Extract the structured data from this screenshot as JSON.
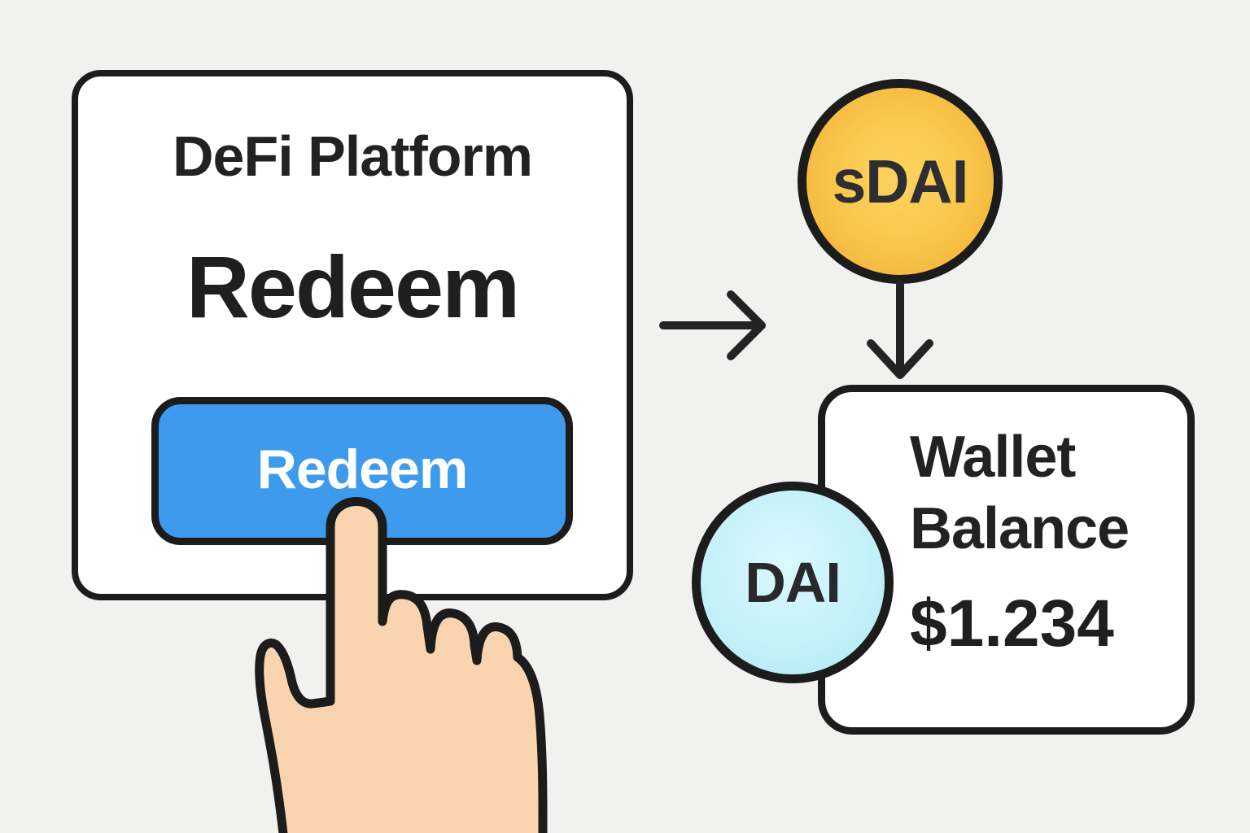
{
  "colors": {
    "background": "#F1F1F0",
    "outline": "#1C1C1C",
    "button_blue": "#3E9AEC",
    "sdai_yellow": "#F7C247",
    "dai_cyan": "#BEEFF8",
    "hand_skin": "#FAD4AE"
  },
  "defi_card": {
    "title": "DeFi Platform",
    "heading": "Redeem",
    "button_label": "Redeem"
  },
  "icons": {
    "flow_arrow": "arrow-right-icon",
    "deposit_arrow": "arrow-down-icon",
    "pointer": "pointing-hand-icon"
  },
  "coins": {
    "sdai": {
      "label": "sDAI"
    },
    "dai": {
      "label": "DAI"
    }
  },
  "wallet_card": {
    "title_line1": "Wallet",
    "title_line2": "Balance",
    "balance": "$1.234"
  }
}
